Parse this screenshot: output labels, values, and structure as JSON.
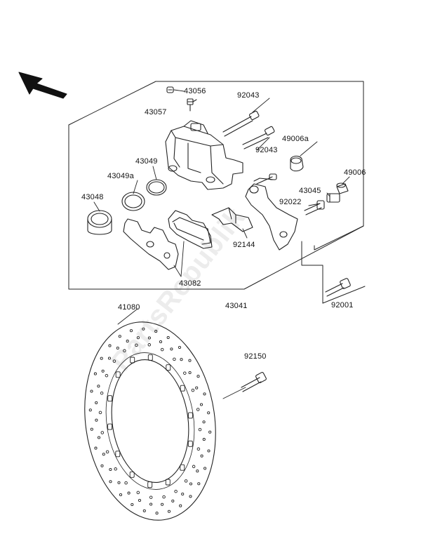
{
  "watermark": "PartsRepublik",
  "part_numbers": {
    "p43056": "43056",
    "p43057": "43057",
    "p92043_a": "92043",
    "p92043_b": "92043",
    "p49006a": "49006a",
    "p43049": "43049",
    "p43049a": "43049a",
    "p49006": "49006",
    "p43045": "43045",
    "p43048": "43048",
    "p92022": "92022",
    "p92144": "92144",
    "p43082": "43082",
    "p43041": "43041",
    "p92001": "92001",
    "p41080": "41080",
    "p92150": "92150"
  }
}
